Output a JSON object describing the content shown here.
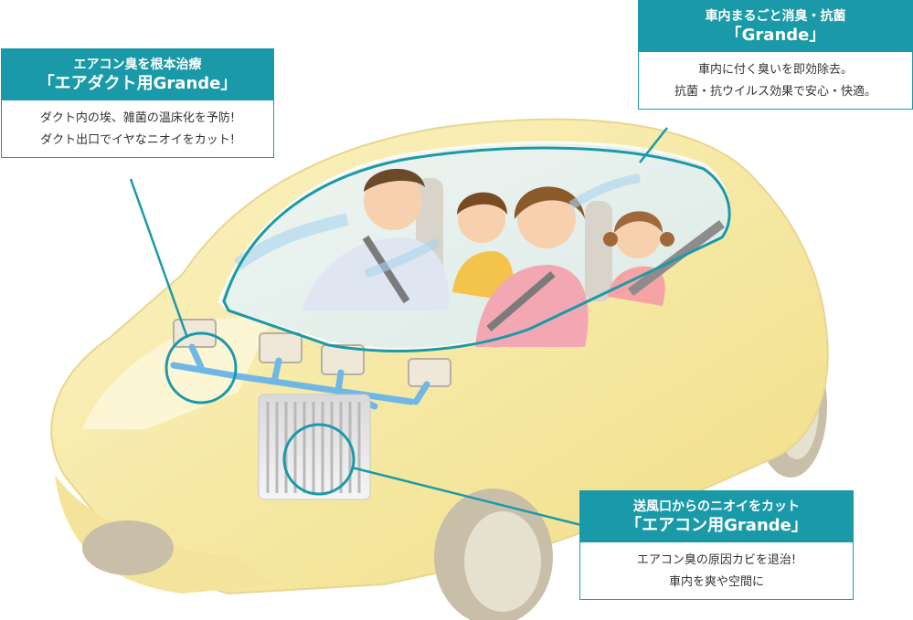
{
  "callouts": {
    "duct": {
      "title_line1": "エアコン臭を根本治療",
      "title_line2": "「エアダクト用Grande」",
      "body_line1": "ダクト内の埃、雑菌の温床化を予防!",
      "body_line2": "ダクト出口でイヤなニオイをカット!"
    },
    "cabin": {
      "title_line1": "車内まるごと消臭・抗菌",
      "title_line2": "「Grande」",
      "body_line1": "車内に付く臭いを即効除去。",
      "body_line2": "抗菌・抗ウイルス効果で安心・快適。"
    },
    "aircon": {
      "title_line1": "送風口からのニオイをカット",
      "title_line2": "「エアコン用Grande」",
      "body_line1": "エアコン臭の原因カビを退治!",
      "body_line2": "車内を爽や空間に"
    }
  },
  "colors": {
    "accent": "#1a9aa8",
    "car_body": "#f7eba6",
    "duct": "#6fb8e6"
  }
}
